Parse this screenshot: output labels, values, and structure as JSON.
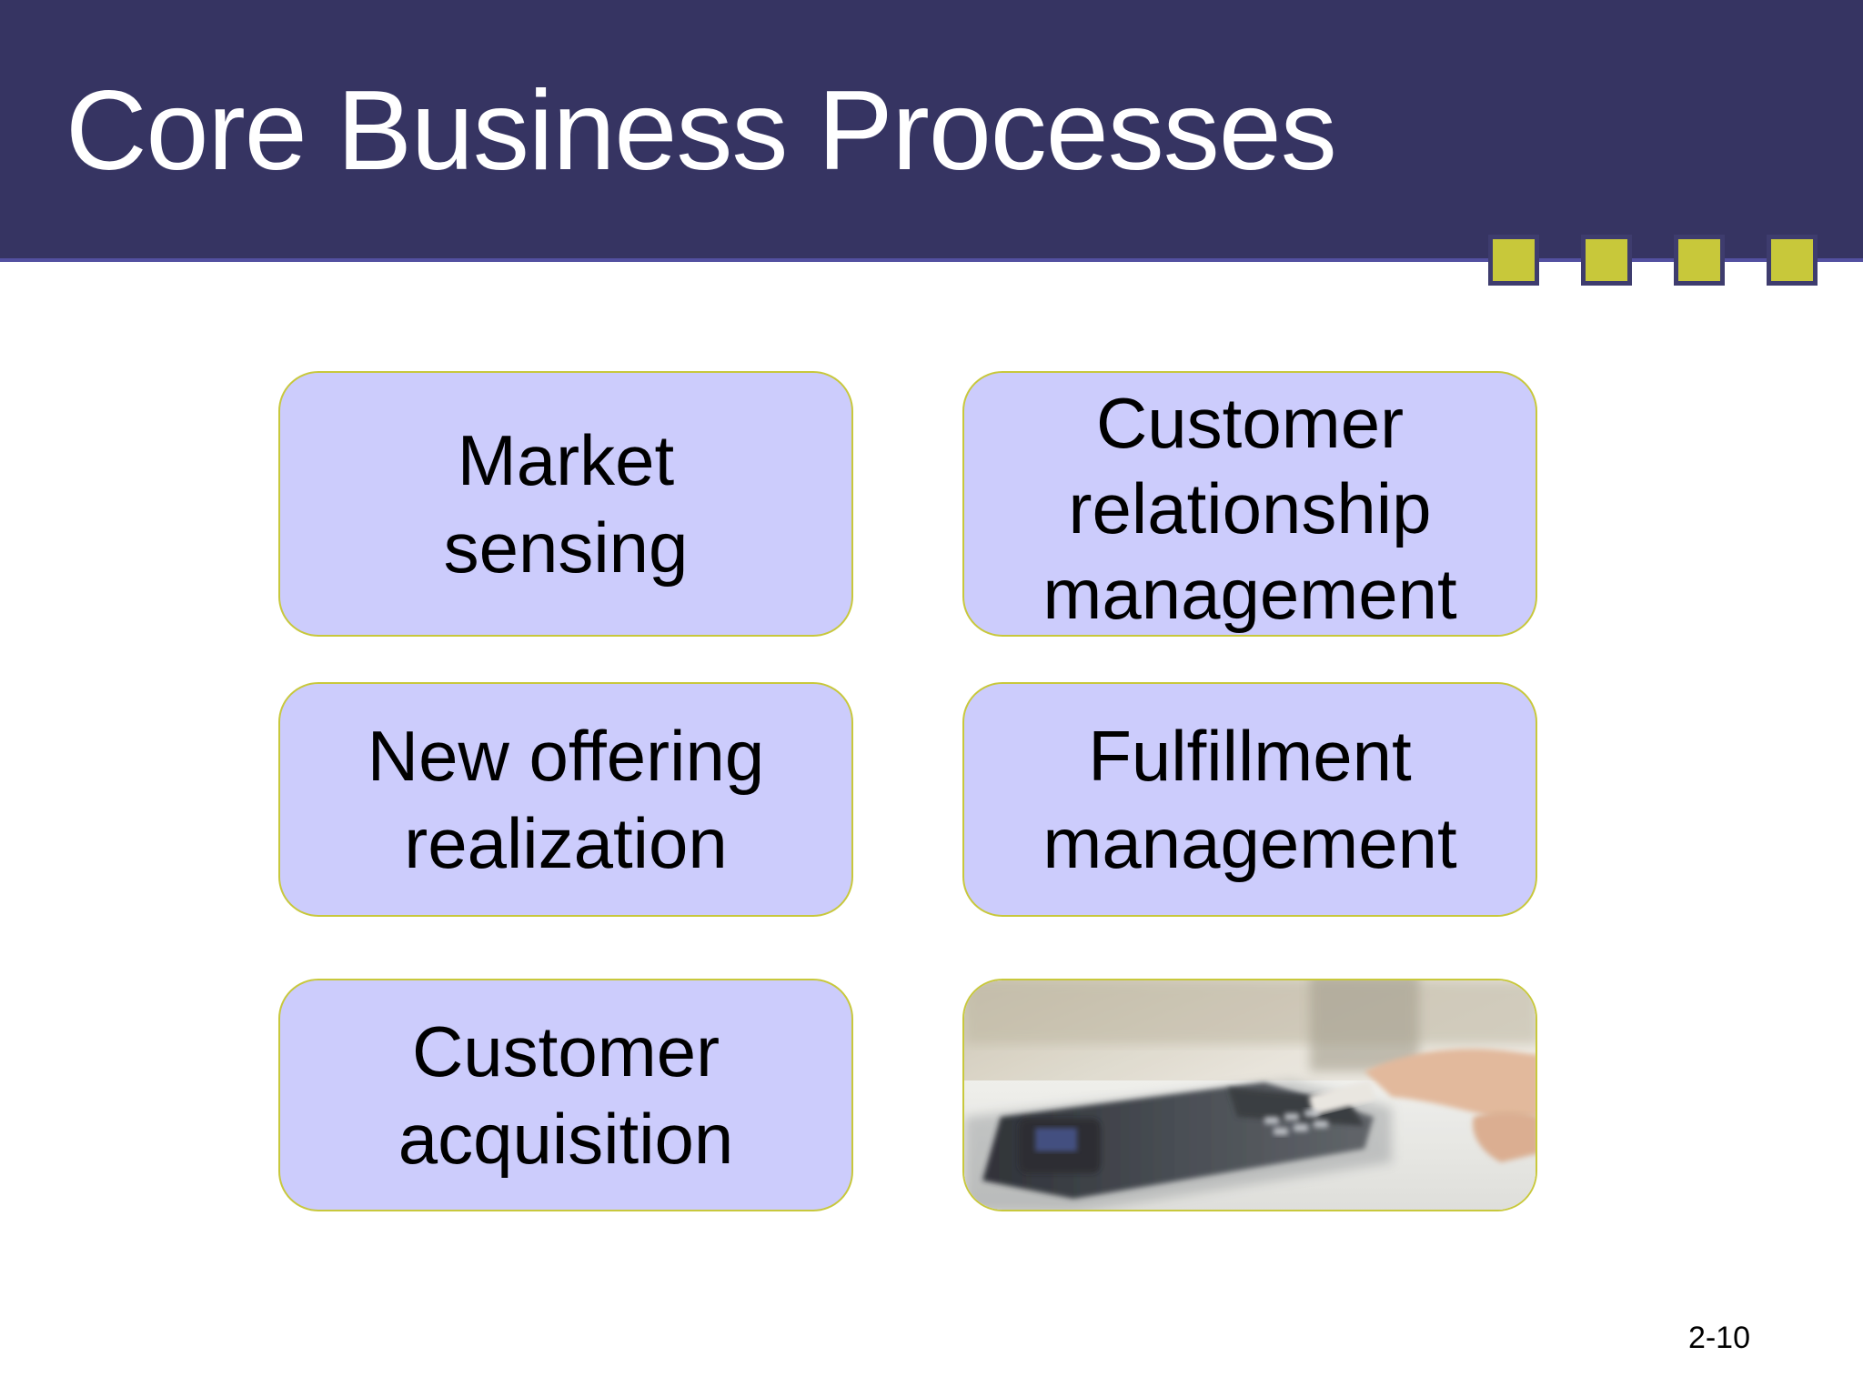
{
  "slide": {
    "title": "Core Business Processes",
    "page_number": "2-10"
  },
  "processes": [
    {
      "label": "Market\nsensing"
    },
    {
      "label": "Customer\nrelationship\nmanagement"
    },
    {
      "label": "New offering\nrealization"
    },
    {
      "label": "Fulfillment\nmanagement"
    },
    {
      "label": "Customer\nacquisition"
    }
  ],
  "photo": {
    "subject": "card-payment-terminal-icon"
  },
  "colors": {
    "header_bg": "#363462",
    "box_fill": "#ccccfc",
    "box_border": "#c8c83c",
    "accent_square": "#c8c83a"
  }
}
